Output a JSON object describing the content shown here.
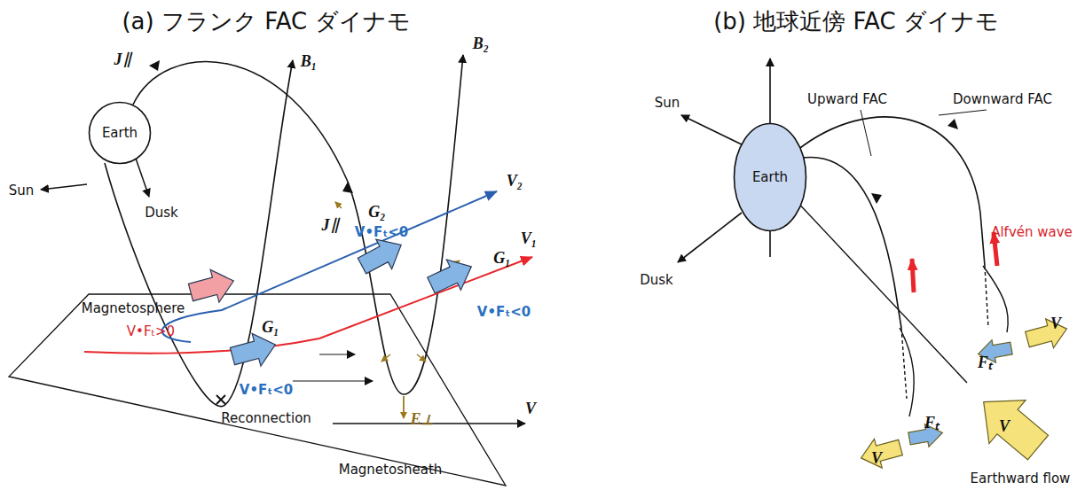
{
  "diagram": {
    "nodes": [
      {
        "text": [
          "Earth"
        ]
      },
      {
        "text": [
          "Earth"
        ]
      }
    ],
    "edges": [],
    "labels": [
      "(a) フランク FAC ダイナモ",
      "(b) 地球近傍 FAC ダイナモ",
      "Sun",
      "Dusk",
      "J∥",
      "B₁",
      "B₂",
      "G₂",
      "V•Fₜ<0",
      "V₂",
      "J∥",
      "V₁",
      "G₁",
      "V•Fₜ<0",
      "Magnetosphere",
      "V•Fₜ>0",
      "G₁",
      "V•Fₜ<0",
      "Reconnection",
      "E⊥",
      "V",
      "Magnetosheath",
      "Sun",
      "Dusk",
      "Upward FAC",
      "Downward FAC",
      "Alfvén wave",
      "V",
      "Fₜ",
      "V",
      "Fₜ",
      "V",
      "Earthward flow"
    ]
  }
}
